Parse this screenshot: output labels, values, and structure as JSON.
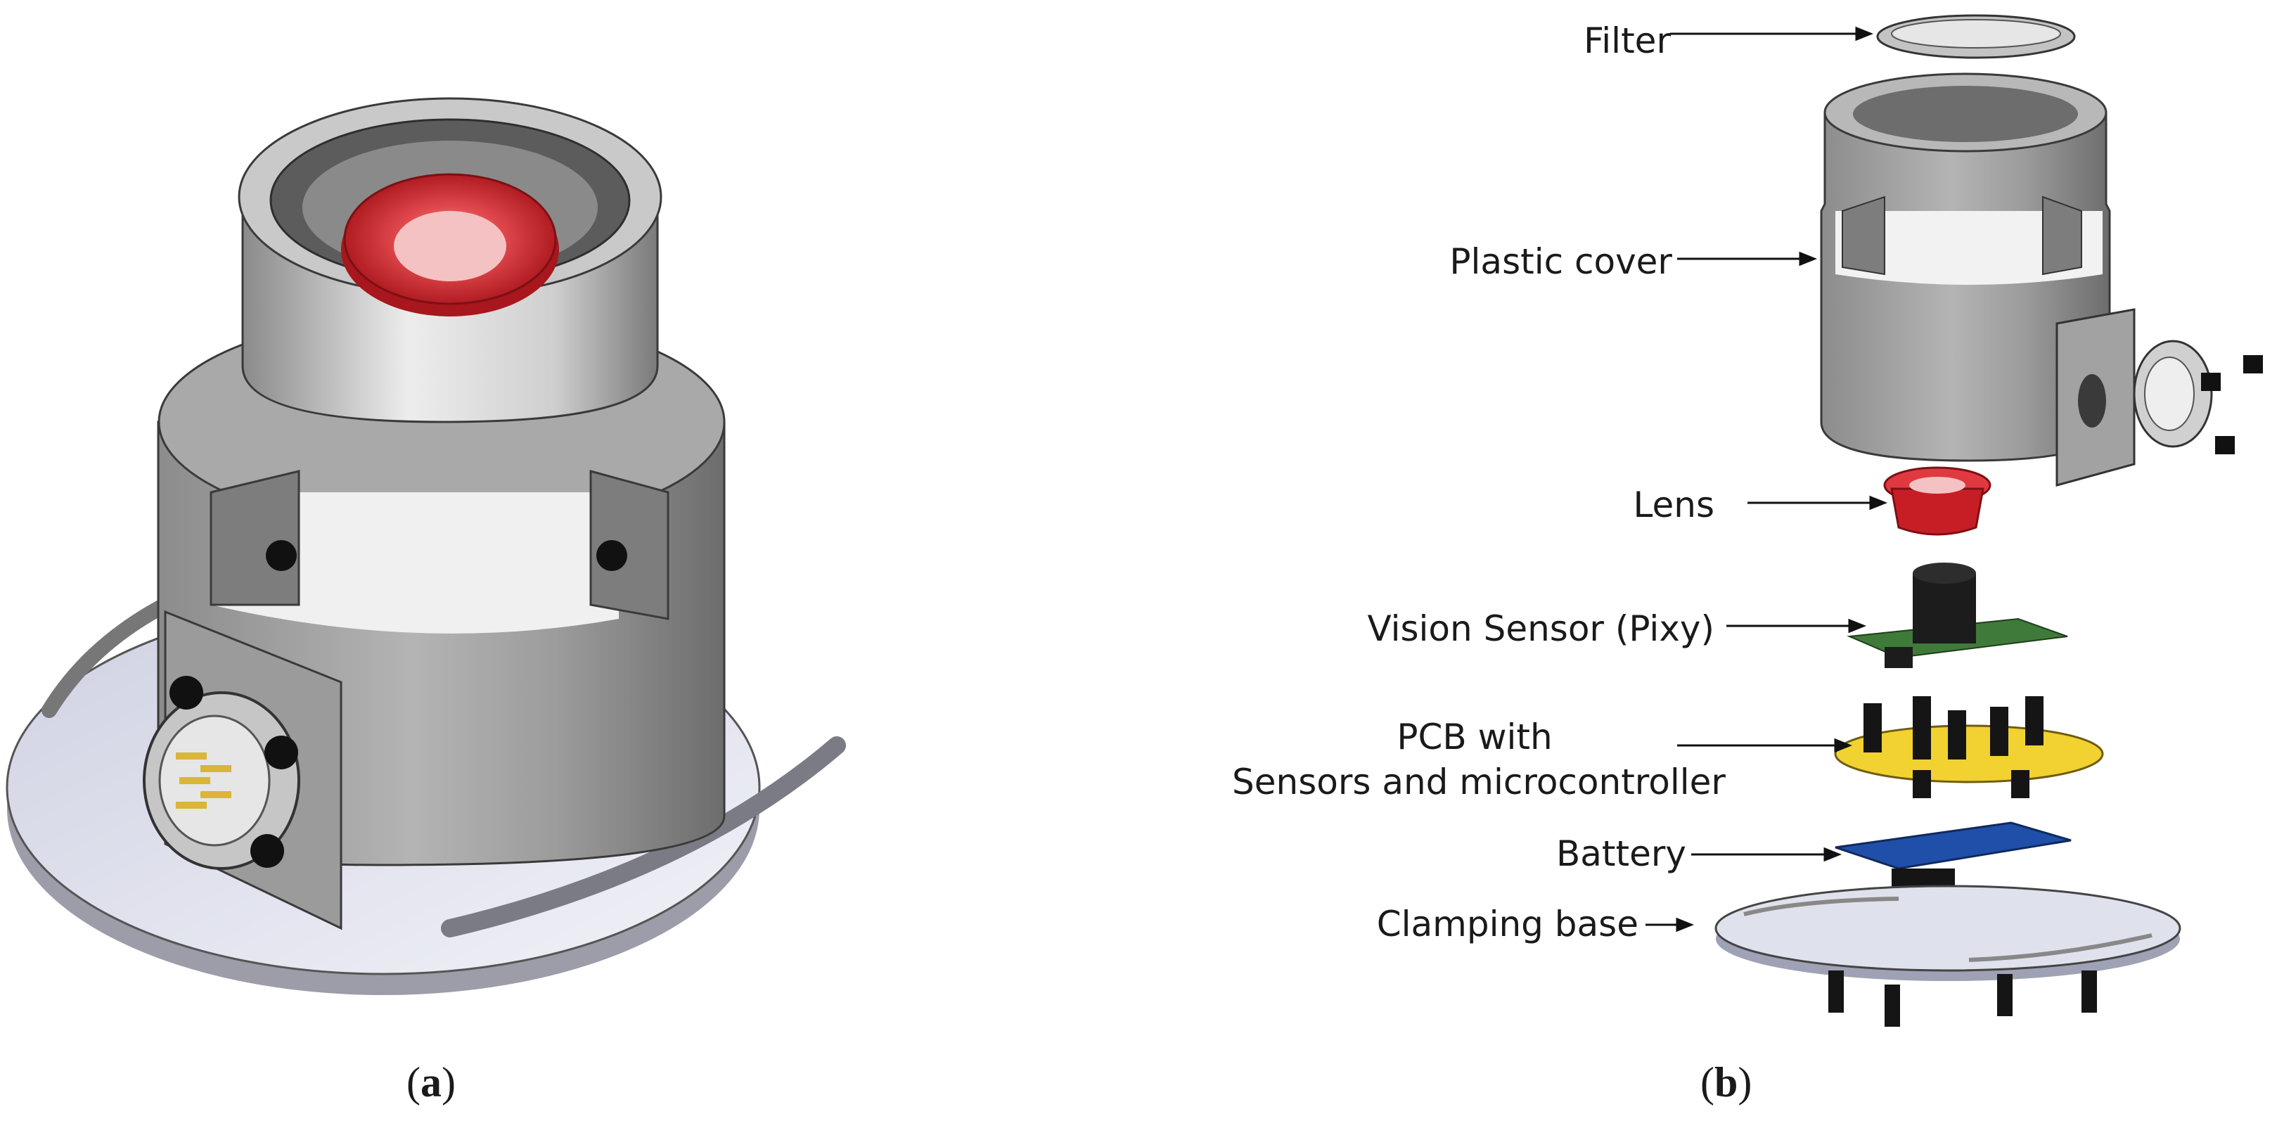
{
  "panel_a": {
    "caption_open": "(",
    "caption_letter": "a",
    "caption_close": ")"
  },
  "panel_b": {
    "caption_open": "(",
    "caption_letter": "b",
    "caption_close": ")",
    "labels": {
      "filter": "Filter",
      "plastic_cover": "Plastic cover",
      "lens": "Lens",
      "vision_sensor": "Vision Sensor (Pixy)",
      "pcb_line1": "PCB with",
      "pcb_line2": "Sensors and microcontroller",
      "battery": "Battery",
      "clamping_base": "Clamping base"
    }
  },
  "colors": {
    "housing_gray": "#9a9a9a",
    "housing_dark": "#6f6f6f",
    "base_plate": "#e3e4ef",
    "lens_red": "#d8232a",
    "pcb_yellow": "#f2d230",
    "pcb_green": "#3f7a3a",
    "battery_blue": "#1f4fa8"
  }
}
